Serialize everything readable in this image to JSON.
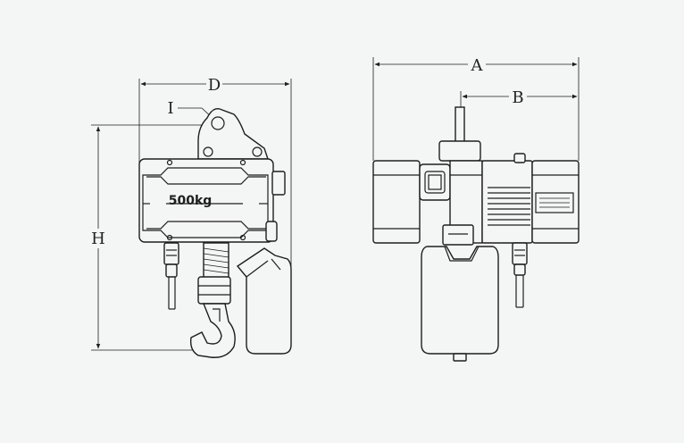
{
  "dimensions": {
    "A": "A",
    "B": "B",
    "D": "D",
    "H": "H",
    "I": "I"
  },
  "capacity_label": "500kg",
  "colors": {
    "line": "#1e1e1e",
    "background": "#f4f5f5"
  }
}
